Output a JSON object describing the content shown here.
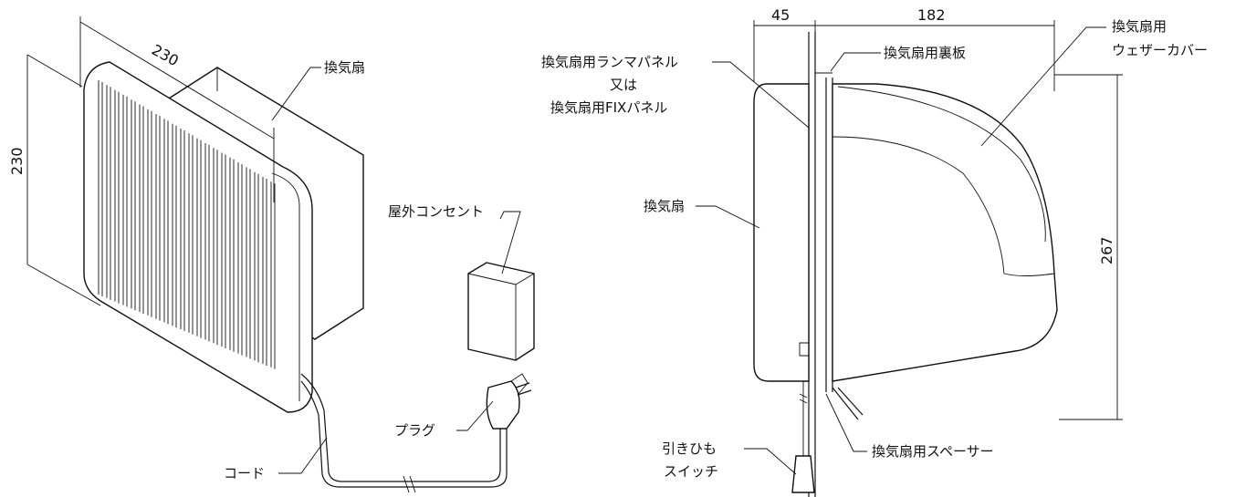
{
  "left_view": {
    "dim_width": "230",
    "dim_height": "230",
    "label_fan": "換気扇",
    "label_outlet": "屋外コンセント",
    "label_plug": "プラグ",
    "label_cord": "コード"
  },
  "right_view": {
    "dim_depth_front": "45",
    "dim_depth_rear": "182",
    "dim_height": "267",
    "label_panel_line1": "換気扇用ランマパネル",
    "label_panel_line2": "又は",
    "label_panel_line3": "換気扇用FIXパネル",
    "label_back_plate": "換気扇用裏板",
    "label_cover_line1": "換気扇用",
    "label_cover_line2": "ウェザーカバー",
    "label_fan": "換気扇",
    "label_switch_line1": "引きひも",
    "label_switch_line2": "スイッチ",
    "label_spacer": "換気扇用スペーサー"
  }
}
